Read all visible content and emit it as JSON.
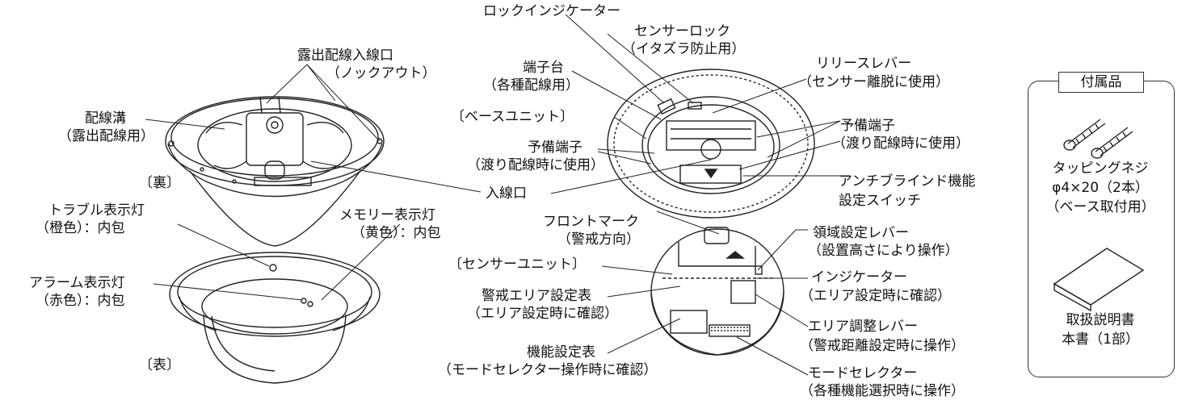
{
  "labels": {
    "lock_indicator": "ロックインジケーター",
    "sensor_lock": "センサーロック",
    "sensor_lock_sub": "（イタズラ防止用）",
    "exposed_inlet": "露出配線入線口",
    "exposed_inlet_sub": "（ノックアウト）",
    "terminal_block": "端子台",
    "terminal_block_sub": "（各種配線用）",
    "release_lever": "リリースレバー",
    "release_lever_sub": "（センサー離脱に使用）",
    "wiring_groove": "配線溝",
    "wiring_groove_sub": "（露出配線用）",
    "base_unit": "〔ベースユニット〕",
    "spare_terminal_left": "予備端子",
    "spare_terminal_left_sub": "（渡り配線時に使用）",
    "spare_terminal_right": "予備端子",
    "spare_terminal_right_sub": "（渡り配線時に使用）",
    "back_side": "〔裏〕",
    "anti_blind": "アンチブラインド機能",
    "anti_blind_sub": "設定スイッチ",
    "inlet": "入線口",
    "trouble_lamp": "トラブル表示灯",
    "trouble_lamp_sub": "（橙色）：内包",
    "memory_lamp": "メモリー表示灯",
    "memory_lamp_sub": "（黄色）：内包",
    "front_mark": "フロントマーク",
    "front_mark_sub": "（警戒方向）",
    "area_lever": "領域設定レバー",
    "area_lever_sub": "（設置高さにより操作）",
    "sensor_unit": "〔センサーユニット〕",
    "indicator": "インジケーター",
    "indicator_sub": "（エリア設定時に確認）",
    "alarm_lamp": "アラーム表示灯",
    "alarm_lamp_sub": "（赤色）：内包",
    "area_table": "警戒エリア設定表",
    "area_table_sub": "（エリア設定時に確認）",
    "area_adjust": "エリア調整レバー",
    "area_adjust_sub": "（警戒距離設定時に操作）",
    "function_table": "機能設定表",
    "function_table_sub": "（モードセレクター操作時に確認）",
    "front_side": "〔表〕",
    "mode_selector": "モードセレクター",
    "mode_selector_sub": "（各種機能選択時に操作）"
  },
  "accessories": {
    "title": "付属品",
    "screw_name": "タッピングネジ",
    "screw_spec": "φ4×20（2本）",
    "screw_use": "（ベース取付用）",
    "manual_name": "取扱説明書",
    "manual_sub": "本書（1部）"
  }
}
